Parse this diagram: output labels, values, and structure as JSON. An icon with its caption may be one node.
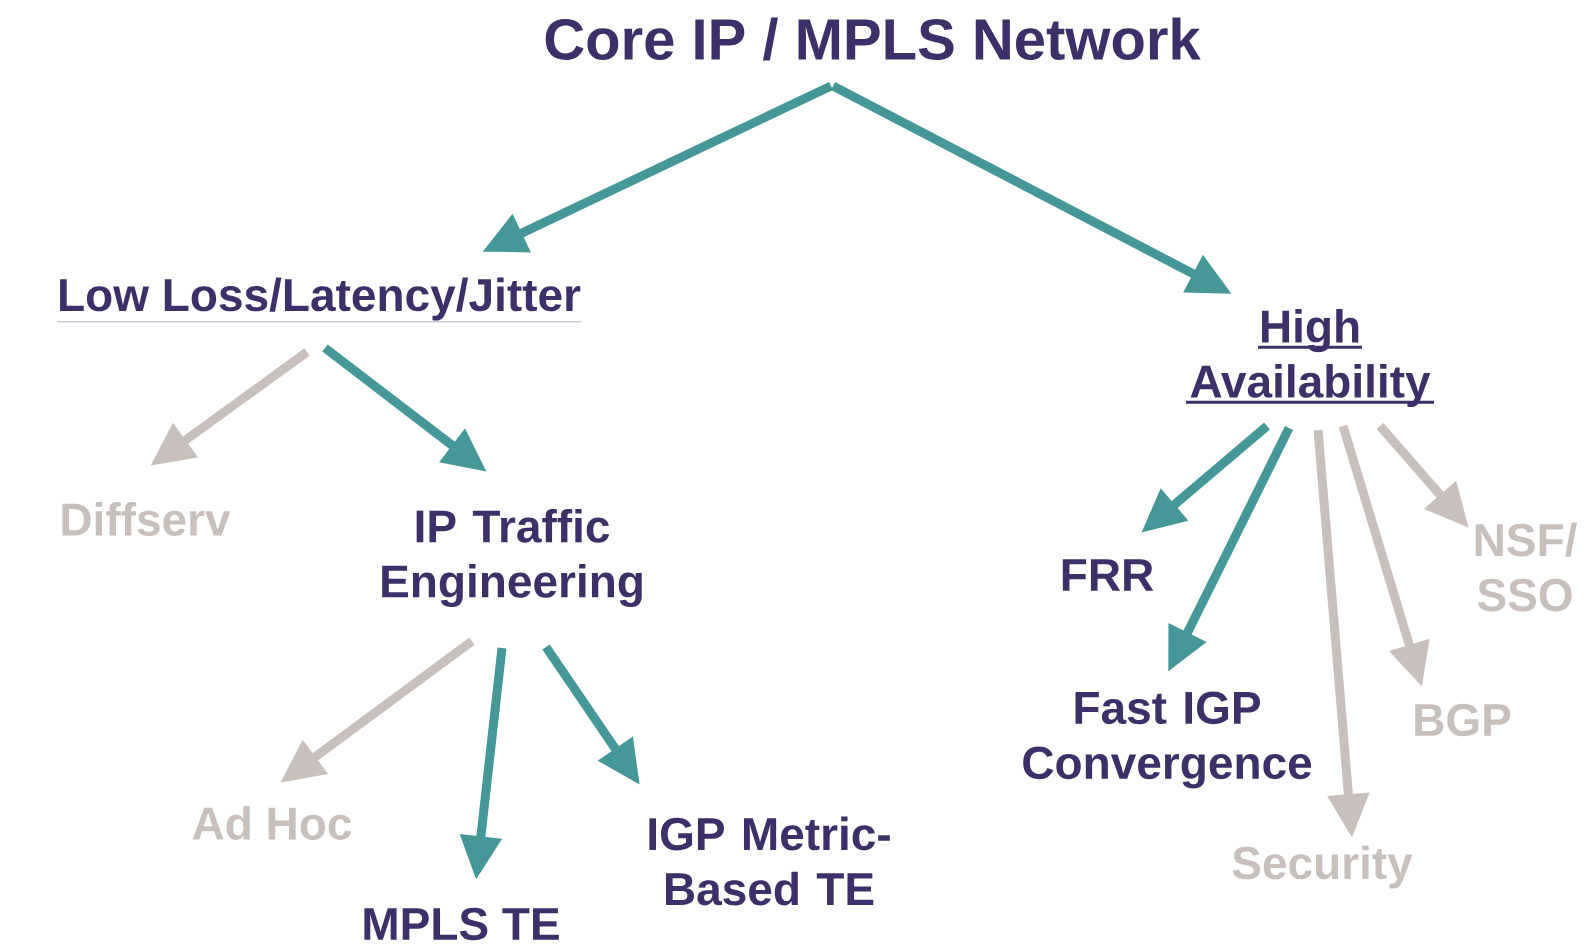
{
  "diagram": {
    "nodes": [
      {
        "text": [
          "Core IP / MPLS Network"
        ]
      },
      {
        "text": [
          "Low Loss/Latency/Jitter"
        ]
      },
      {
        "text": [
          "High Availability"
        ]
      },
      {
        "text": [
          "Diffserv"
        ]
      },
      {
        "text": [
          "IP Traffic Engineering"
        ]
      },
      {
        "text": [
          "FRR"
        ]
      },
      {
        "text": [
          "NSF/ SSO"
        ]
      },
      {
        "text": [
          "Fast IGP Convergence"
        ]
      },
      {
        "text": [
          "BGP"
        ]
      },
      {
        "text": [
          "Ad Hoc"
        ]
      },
      {
        "text": [
          "IGP Metric-Based TE"
        ]
      },
      {
        "text": [
          "Security"
        ]
      },
      {
        "text": [
          "MPLS TE"
        ]
      }
    ],
    "edges": [
      {
        "from": 0,
        "to": 1,
        "arrow": "to"
      },
      {
        "from": 0,
        "to": 2,
        "arrow": "to"
      },
      {
        "from": 1,
        "to": 3,
        "arrow": "to",
        "color": "#c8c0bc"
      },
      {
        "from": 1,
        "to": 4,
        "arrow": "to"
      },
      {
        "from": 4,
        "to": 9,
        "arrow": "to",
        "color": "#c8c0bc"
      },
      {
        "from": 4,
        "to": 12,
        "arrow": "to"
      },
      {
        "from": 4,
        "to": 10,
        "arrow": "to"
      },
      {
        "from": 2,
        "to": 5,
        "arrow": "to"
      },
      {
        "from": 2,
        "to": 7,
        "arrow": "to"
      },
      {
        "from": 2,
        "to": 11,
        "arrow": "to",
        "color": "#c8c0bc"
      },
      {
        "from": 2,
        "to": 8,
        "arrow": "to",
        "color": "#c8c0bc"
      },
      {
        "from": 2,
        "to": 6,
        "arrow": "to",
        "color": "#c8c0bc"
      }
    ]
  }
}
